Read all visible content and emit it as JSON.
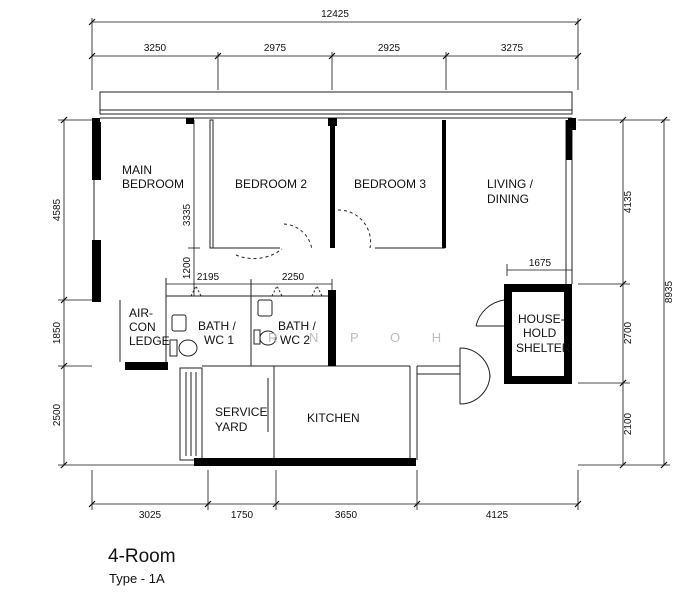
{
  "plan": {
    "title": "4-Room",
    "subtitle": "Type - 1A",
    "watermark": "R N   P O H",
    "rooms": {
      "main_bedroom": [
        "MAIN",
        "BEDROOM"
      ],
      "bedroom_2": "BEDROOM 2",
      "bedroom_3": "BEDROOM 3",
      "living_dining": [
        "LIVING /",
        "DINING"
      ],
      "aircon_ledge": [
        "AIR-",
        "CON",
        "LEDGE"
      ],
      "bath_wc_1": [
        "BATH /",
        "WC 1"
      ],
      "bath_wc_2": [
        "BATH /",
        "WC 2"
      ],
      "household_shelter": [
        "HOUSE-",
        "HOLD",
        "SHELTER"
      ],
      "service_yard": [
        "SERVICE",
        "YARD"
      ],
      "kitchen": "KITCHEN"
    },
    "dimensions": {
      "overall_width": "12425",
      "top": [
        "3250",
        "2975",
        "2925",
        "3275"
      ],
      "bottom": [
        "3025",
        "1750",
        "3650",
        "4125"
      ],
      "left": [
        "4585",
        "1850",
        "2500"
      ],
      "right": [
        "4135",
        "2700",
        "2100"
      ],
      "overall_height": "8935",
      "inner": {
        "bedroom_depth": "3335",
        "bath1_depth": "1200",
        "bath1_width": "2195",
        "bath2_width": "2250",
        "shelter_width": "1675"
      }
    },
    "colors": {
      "wall": "#000000",
      "line": "#222222",
      "watermark": "#bdbdbd"
    }
  }
}
